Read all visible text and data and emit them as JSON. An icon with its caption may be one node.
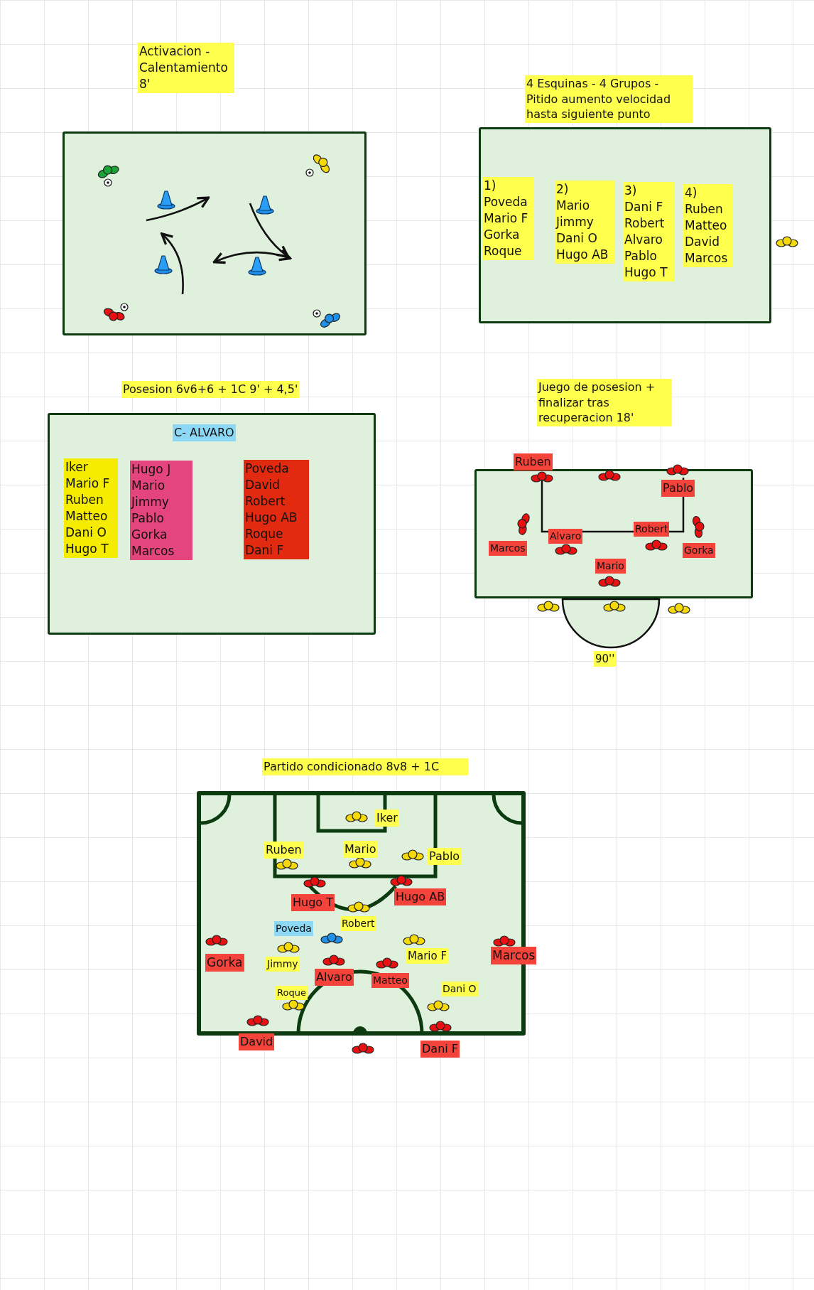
{
  "diagram": {
    "nodes": [
      {
        "text": [
          "Activacion - Calentamiento 8'"
        ]
      },
      {
        "text": [
          "4 Esquinas - 4 Grupos - Pitido aumento velocidad hasta siguiente punto"
        ]
      },
      {
        "text": [],
        "shape": "box"
      },
      {
        "text": [],
        "shape": "box"
      },
      {
        "text": [
          "1)",
          "Poveda",
          "Mario F",
          "Gorka",
          "Roque"
        ],
        "in": 3
      },
      {
        "text": [
          "2)",
          "Mario",
          "Jimmy",
          "Dani O",
          "Hugo AB"
        ],
        "in": 3
      },
      {
        "text": [
          "3)",
          "Dani F",
          "Robert",
          "Alvaro",
          "Pablo",
          "Hugo T"
        ],
        "in": 3
      },
      {
        "text": [
          "4)",
          "Ruben",
          "Matteo",
          "David",
          "Marcos"
        ],
        "in": 3
      },
      {
        "text": [
          "Posesion 6v6+6 + 1C 9' + 4,5'"
        ]
      },
      {
        "text": [
          "Juego de posesion + finalizar tras recuperacion 18'"
        ]
      },
      {
        "text": [],
        "shape": "box"
      },
      {
        "text": [
          "C- ALVARO"
        ],
        "in": 10
      },
      {
        "text": [
          "Iker",
          "Mario F",
          "Ruben",
          "Matteo",
          "Dani O",
          "Hugo T"
        ],
        "in": 10
      },
      {
        "text": [
          "Hugo J",
          "Mario",
          "Jimmy",
          "Pablo",
          "Gorka",
          "Marcos"
        ],
        "in": 10
      },
      {
        "text": [
          "Poveda",
          "David",
          "Robert",
          "Hugo AB",
          "Roque",
          "Dani F"
        ],
        "in": 10
      },
      {
        "text": [],
        "shape": "box"
      },
      {
        "text": [
          "Ruben"
        ]
      },
      {
        "text": [
          "Pablo"
        ],
        "in": 15
      },
      {
        "text": [
          "Robert"
        ],
        "in": 15
      },
      {
        "text": [
          "Alvaro"
        ],
        "in": 15
      },
      {
        "text": [
          "Marcos"
        ],
        "in": 15
      },
      {
        "text": [
          "Gorka"
        ],
        "in": 15
      },
      {
        "text": [
          "Mario"
        ],
        "in": 15
      },
      {
        "text": [
          "90''"
        ]
      },
      {
        "text": [
          "Partido condicionado 8v8 + 1C"
        ]
      },
      {
        "text": [],
        "shape": "box"
      },
      {
        "text": [
          "Iker"
        ],
        "in": 25
      },
      {
        "text": [
          "Ruben"
        ],
        "in": 25
      },
      {
        "text": [
          "Mario"
        ],
        "in": 25
      },
      {
        "text": [
          "Pablo"
        ],
        "in": 25
      },
      {
        "text": [
          "Hugo T"
        ],
        "in": 25
      },
      {
        "text": [
          "Hugo AB"
        ],
        "in": 25
      },
      {
        "text": [
          "Poveda"
        ],
        "in": 25
      },
      {
        "text": [
          "Robert"
        ],
        "in": 25
      },
      {
        "text": [
          "Gorka"
        ],
        "in": 25
      },
      {
        "text": [
          "Jimmy"
        ],
        "in": 25
      },
      {
        "text": [
          "Mario F"
        ],
        "in": 25
      },
      {
        "text": [
          "Marcos"
        ]
      },
      {
        "text": [
          "Alvaro"
        ],
        "in": 25
      },
      {
        "text": [
          "Matteo"
        ],
        "in": 25
      },
      {
        "text": [
          "Roque"
        ],
        "in": 25
      },
      {
        "text": [
          "Dani O"
        ],
        "in": 25
      },
      {
        "text": [
          "David"
        ]
      },
      {
        "text": [
          "Dani F"
        ]
      }
    ]
  }
}
